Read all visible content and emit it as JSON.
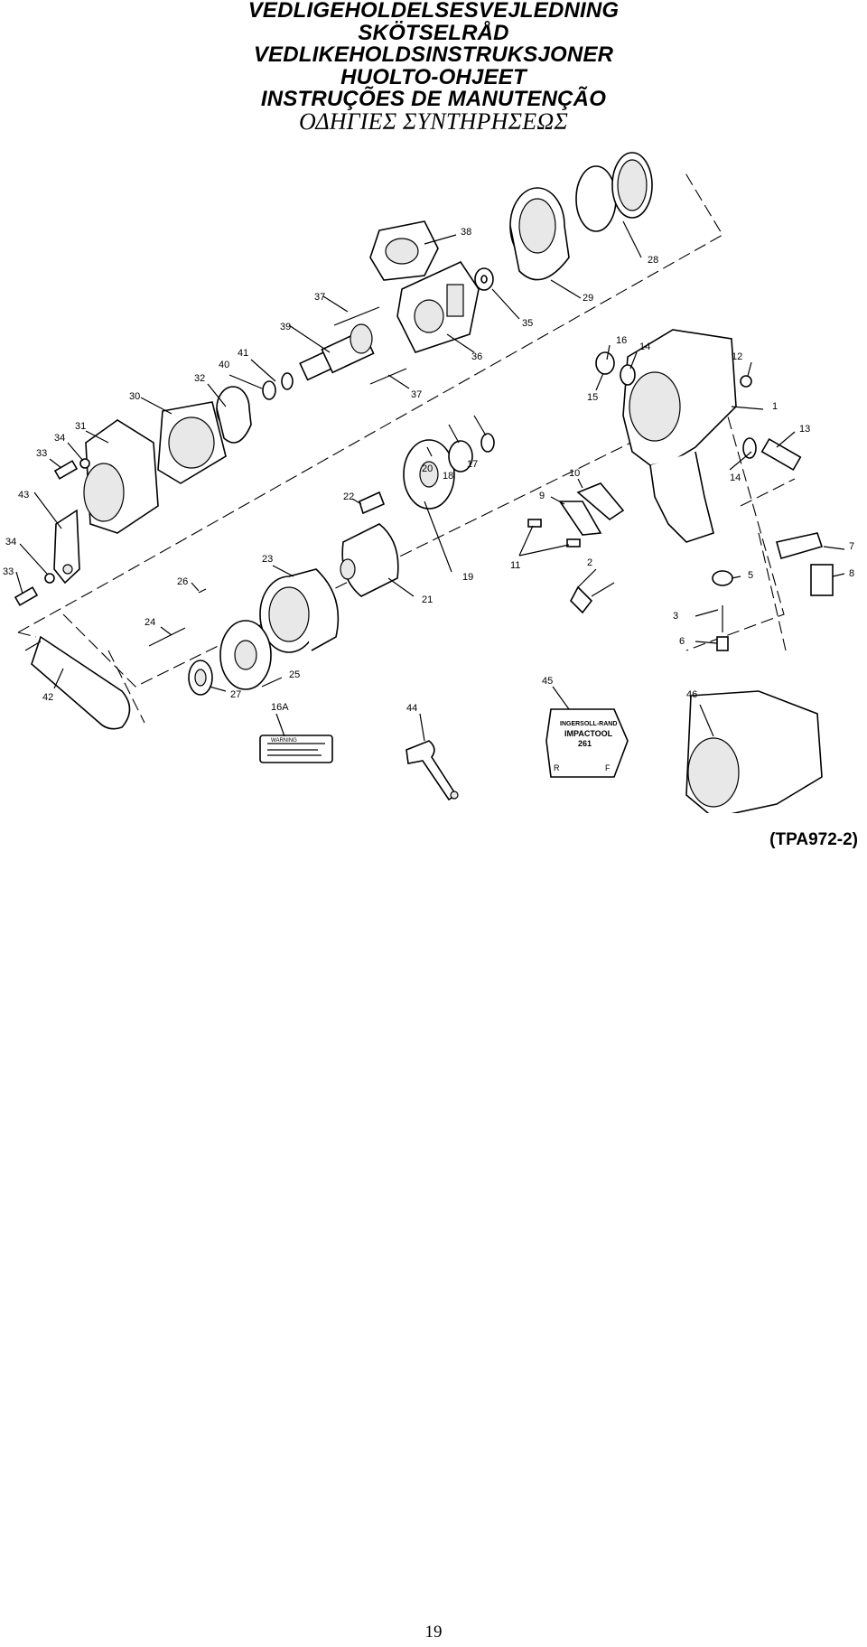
{
  "titles": [
    "VEDLIGEHOLDELSESVEJLEDNING",
    "SKÖTSELRÅD",
    "VEDLIKEHOLDSINSTRUKSJONER",
    "HUOLTO-OHJEET",
    "INSTRUÇÕES DE MANUTENÇÃO",
    "ΟΔΗΓΙΕΣ ΣΥΝΤΗΡΗΣΕΩΣ"
  ],
  "callouts": [
    "1",
    "2",
    "3",
    "5",
    "6",
    "7",
    "8",
    "9",
    "10",
    "11",
    "12",
    "13",
    "14",
    "14",
    "15",
    "16",
    "16A",
    "17",
    "18",
    "19",
    "20",
    "21",
    "22",
    "23",
    "24",
    "25",
    "26",
    "27",
    "28",
    "29",
    "30",
    "31",
    "32",
    "33",
    "33",
    "34",
    "34",
    "35",
    "36",
    "37",
    "37",
    "38",
    "39",
    "40",
    "41",
    "42",
    "43",
    "44",
    "45",
    "46"
  ],
  "nameplate": {
    "brand": "INGERSOLL-RAND",
    "product": "IMPACTOOL",
    "model": "261",
    "reverse_mark": "R",
    "forward_mark": "F"
  },
  "warning_label": "WARNING",
  "figure_ref": "(TPA972-2)",
  "page_number": "19"
}
